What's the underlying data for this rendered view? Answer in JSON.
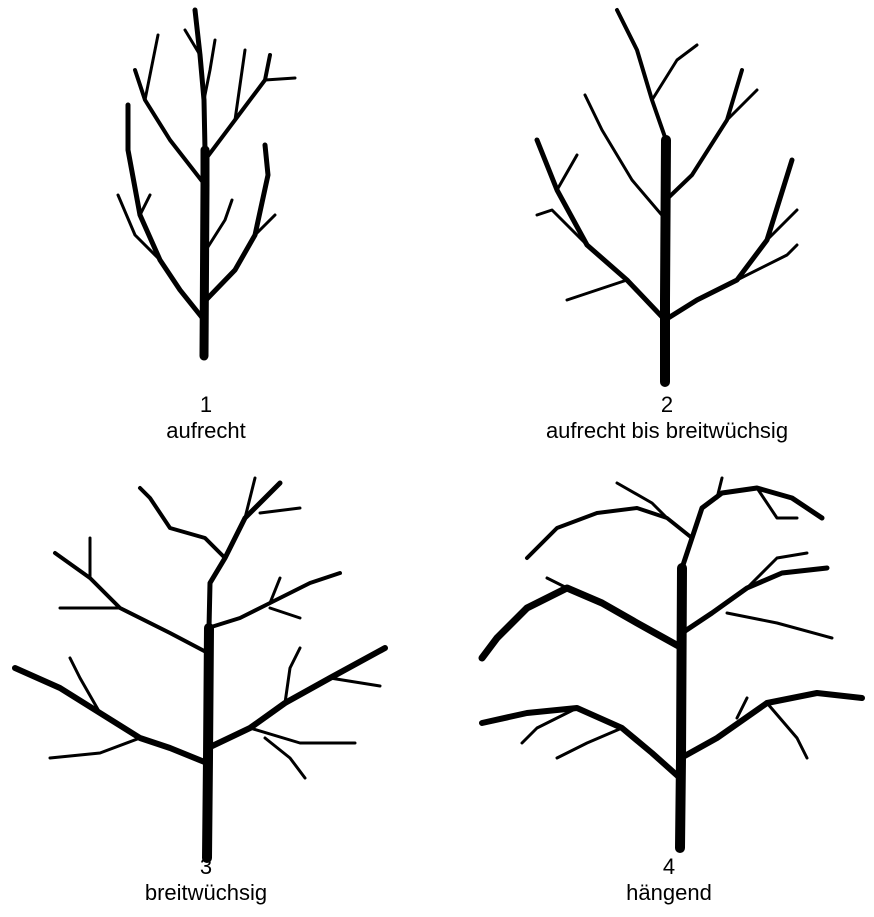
{
  "trees": [
    {
      "number": "1",
      "label": "aufrecht"
    },
    {
      "number": "2",
      "label": "aufrecht bis breitwüchsig"
    },
    {
      "number": "3",
      "label": "breitwüchsig"
    },
    {
      "number": "4",
      "label": "hängend"
    }
  ]
}
